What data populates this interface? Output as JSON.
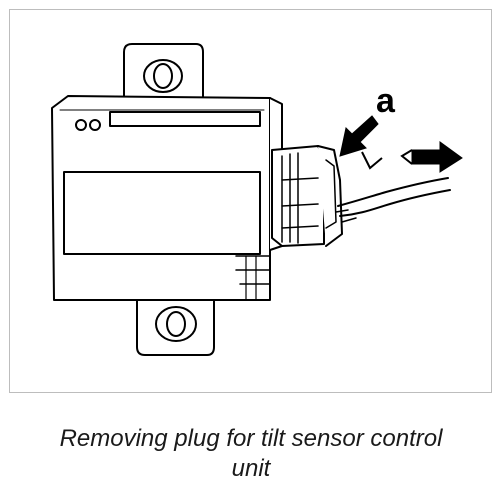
{
  "figure": {
    "callout_label": "a",
    "caption_line1": "Removing plug for tilt sensor control",
    "caption_line2": "unit",
    "icons": [
      "control-unit",
      "connector-plug",
      "push-arrow",
      "pull-arrow"
    ]
  }
}
